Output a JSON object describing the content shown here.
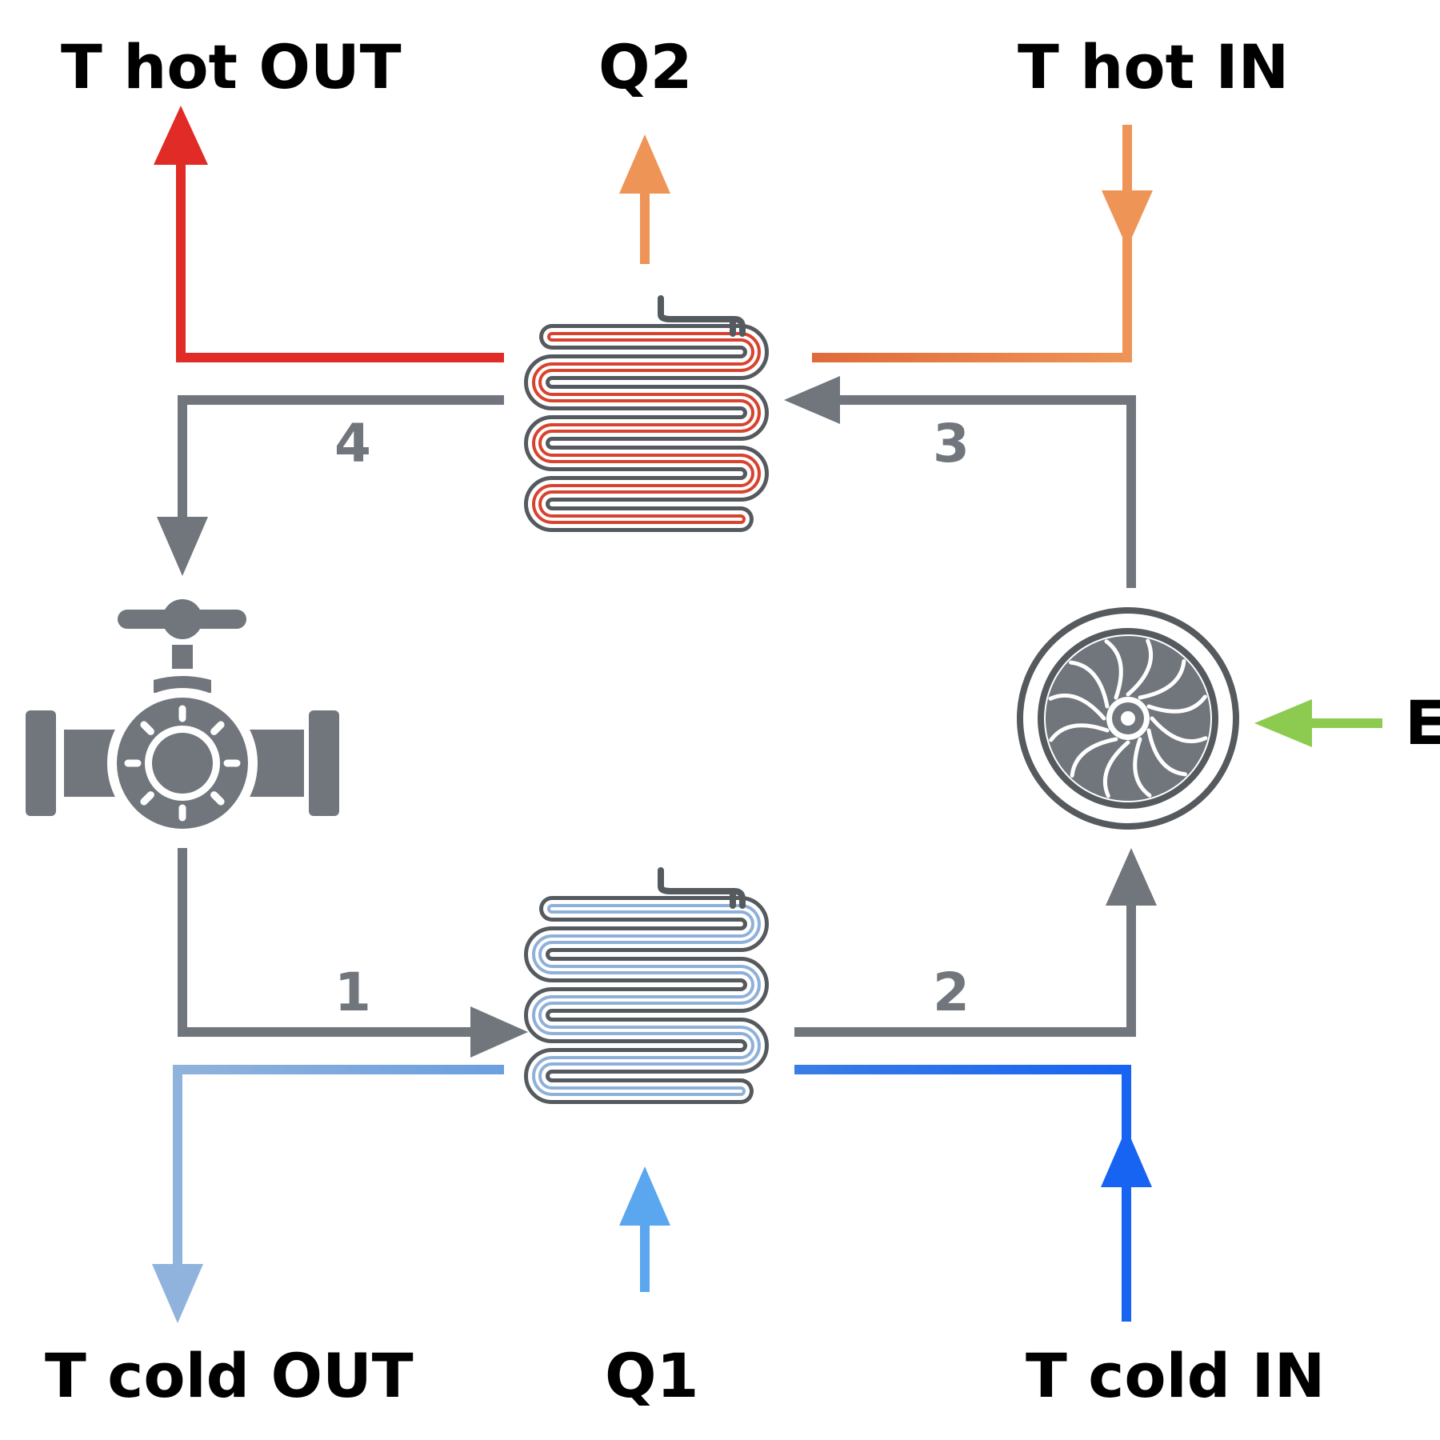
{
  "labels": {
    "t_hot_out": "T hot OUT",
    "q2": "Q2",
    "t_hot_in": "T hot IN",
    "e": "E",
    "t_cold_out": "T cold OUT",
    "q1": "Q1",
    "t_cold_in": "T cold IN"
  },
  "state_numbers": {
    "s1": "1",
    "s2": "2",
    "s3": "3",
    "s4": "4"
  },
  "icons": {
    "condenser": "condenser-coil-icon",
    "evaporator": "evaporator-coil-icon",
    "expansion_valve": "expansion-valve-icon",
    "compressor": "compressor-fan-icon"
  },
  "colors": {
    "refrigerant": "#70767c",
    "hot_out": "#e02b27",
    "hot_in": "#ee9457",
    "q2": "#ee9457",
    "cold_out": "#8fb3dc",
    "cold_in": "#1764f2",
    "q1": "#5aa6ef",
    "energy": "#8ccb4f",
    "coil_hot_fill": "#d8432f",
    "coil_cold_fill": "#8fb0d9",
    "outline": "#555a5f"
  }
}
